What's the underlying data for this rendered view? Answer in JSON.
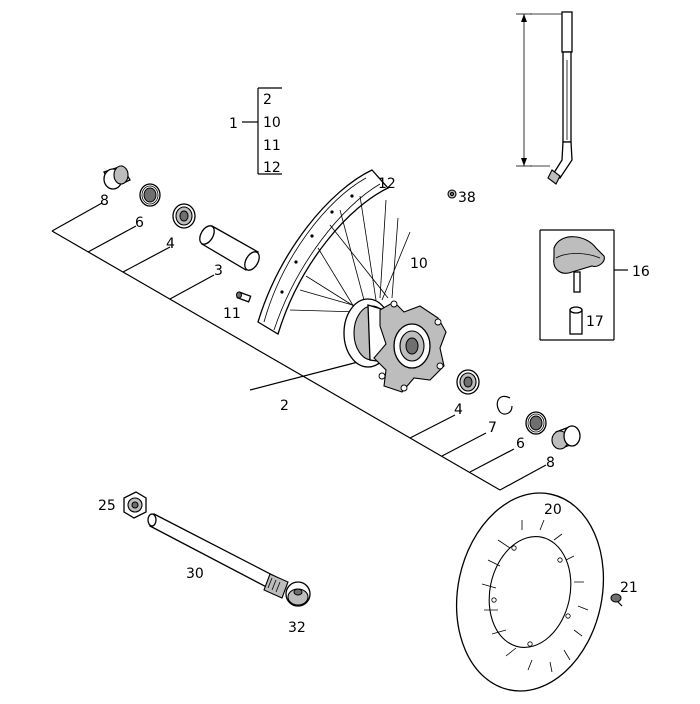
{
  "callouts": {
    "kit_main": "1",
    "kit_items": [
      "2",
      "10",
      "11",
      "12"
    ],
    "bushing_left": "8",
    "seal_left": "6",
    "bearing_left": "4",
    "spacer": "3",
    "rim": "12",
    "nut_38": "38",
    "spokes": "10",
    "nipple": "11",
    "hub": "2",
    "bearing_right": "4",
    "circlip": "7",
    "seal_right": "6",
    "bushing_right": "8",
    "tube": "16",
    "valve": "17",
    "axle_nut": "25",
    "axle": "30",
    "axle_bushing": "32",
    "brake_disc": "20",
    "disc_screw": "21"
  }
}
